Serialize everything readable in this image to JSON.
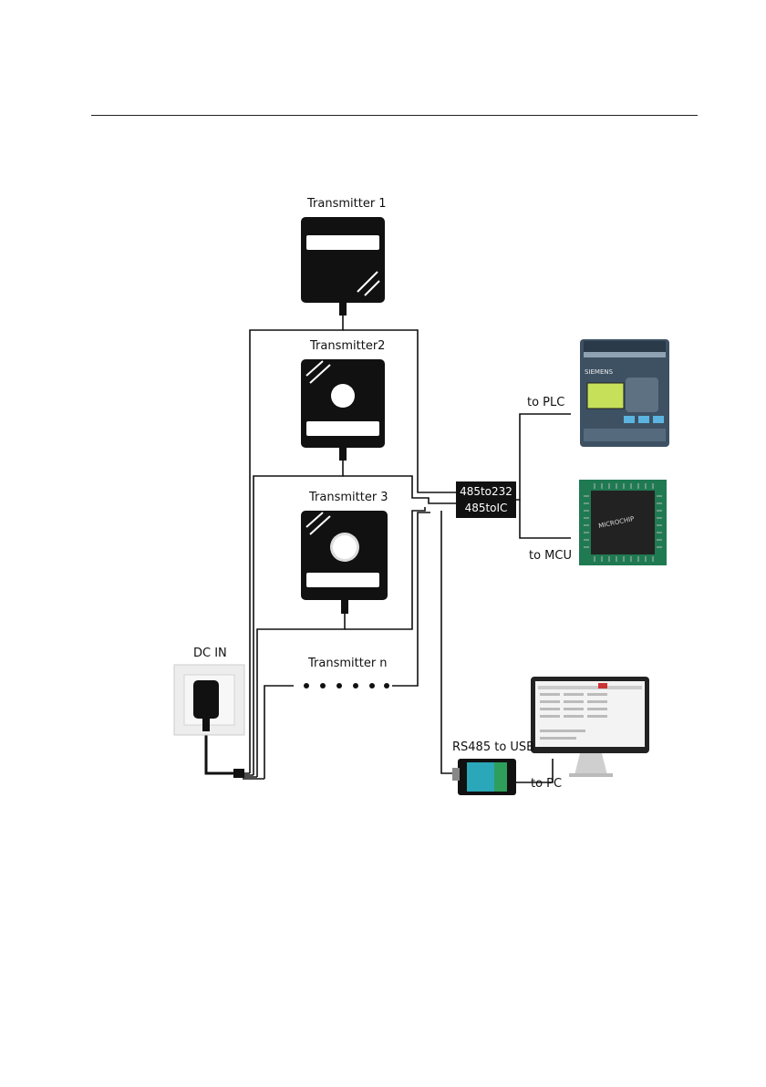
{
  "transmitters": {
    "t1": "Transmitter 1",
    "t2": "Transmitter2",
    "t3": "Transmitter 3",
    "tn": "Transmitter n"
  },
  "power": {
    "label": "DC IN"
  },
  "converter": {
    "line1": "485to232",
    "line2": "485toIC"
  },
  "outputs": {
    "plc": "to PLC",
    "mcu": "to MCU",
    "pc": "to PC",
    "usb": "RS485 to USB"
  },
  "device_text": {
    "plc_brand": "SIEMENS",
    "mcu_brand": "MICROCHIP"
  },
  "colors": {
    "device_dark": "#111111",
    "line": "#111111",
    "plc_body": "#3d5163",
    "pcb_green": "#1f7a52",
    "usb_teal": "#2aa7b8"
  }
}
